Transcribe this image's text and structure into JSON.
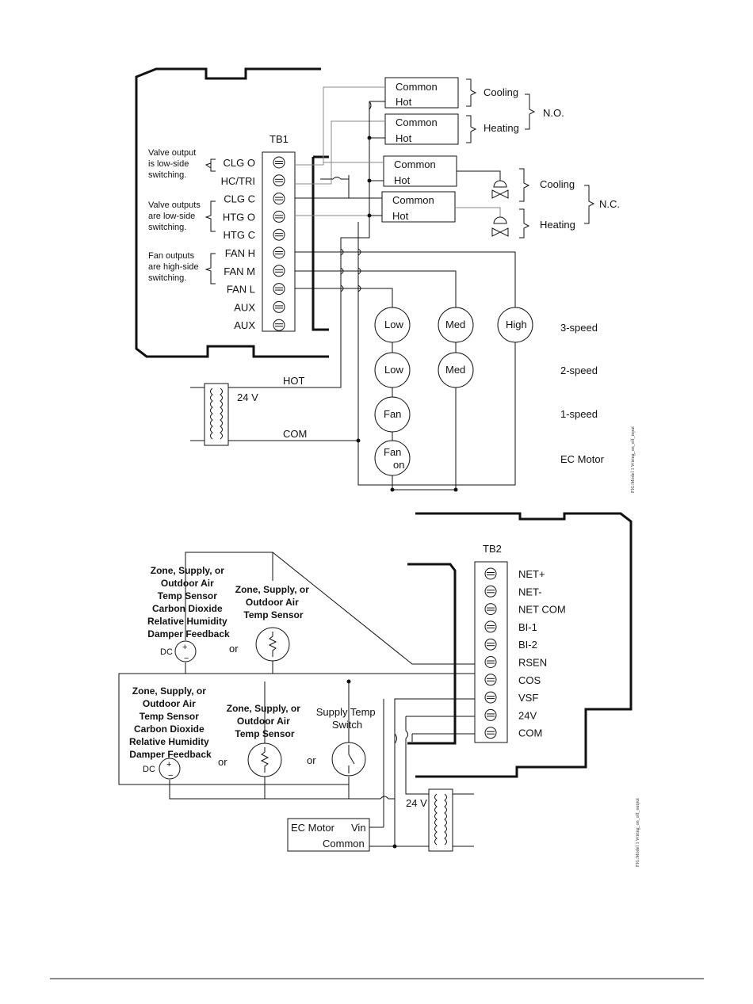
{
  "top": {
    "tb_label": "TB1",
    "terminals": [
      "CLG O",
      "HC/TRI",
      "CLG C",
      "HTG O",
      "HTG C",
      "FAN H",
      "FAN M",
      "FAN L",
      "AUX",
      "AUX"
    ],
    "note_valve1": [
      "Valve output",
      "is low-side",
      "switching."
    ],
    "note_valve2": [
      "Valve outputs",
      "are low-side",
      "switching."
    ],
    "note_fan": [
      "Fan outputs",
      "are high-side",
      "switching."
    ],
    "relays": [
      {
        "top": "Common",
        "bottom": "Hot"
      },
      {
        "top": "Common",
        "bottom": "Hot"
      },
      {
        "top": "Common",
        "bottom": "Hot"
      },
      {
        "top": "Common",
        "bottom": "Hot"
      }
    ],
    "cooling_no": "Cooling",
    "heating_no": "Heating",
    "no_label": "N.O.",
    "cooling_nc": "Cooling",
    "heating_nc": "Heating",
    "nc_label": "N.C.",
    "motor_low": "Low",
    "motor_med": "Med",
    "motor_high": "High",
    "motor_low2": "Low",
    "motor_med2": "Med",
    "motor_fan": "Fan",
    "motor_fanon_1": "Fan",
    "motor_fanon_2": "on",
    "speed3": "3-speed",
    "speed2": "2-speed",
    "speed1": "1-speed",
    "ec_motor": "EC Motor",
    "hot": "HOT",
    "com": "COM",
    "v24": "24 V",
    "fig_id": "FIG:Model 1 Wiring_on_off_input"
  },
  "bottom": {
    "tb_label": "TB2",
    "terminals": [
      "NET+",
      "NET-",
      "NET COM",
      "BI-1",
      "BI-2",
      "RSEN",
      "COS",
      "VSF",
      "24V",
      "COM"
    ],
    "sensor_a": [
      "Zone, Supply, or",
      "Outdoor Air",
      "Temp Sensor",
      "Carbon Dioxide",
      "Relative Humidity",
      "Damper Feedback"
    ],
    "sensor_b": [
      "Zone, Supply, or",
      "Outdoor Air",
      "Temp Sensor"
    ],
    "sensor_c": [
      "Zone, Supply, or",
      "Outdoor Air",
      "Temp Sensor",
      "Carbon Dioxide",
      "Relative Humidity",
      "Damper Feedback"
    ],
    "sensor_d": [
      "Zone, Supply, or",
      "Outdoor Air",
      "Temp Sensor"
    ],
    "switch_e": [
      "Supply Temp",
      "Switch"
    ],
    "dc": "DC",
    "or": "or",
    "ec_motor": "EC Motor",
    "vin": "Vin",
    "common": "Common",
    "v24": "24 V",
    "fig_id": "FIG:Model 1 Wiring_on_off_output"
  }
}
